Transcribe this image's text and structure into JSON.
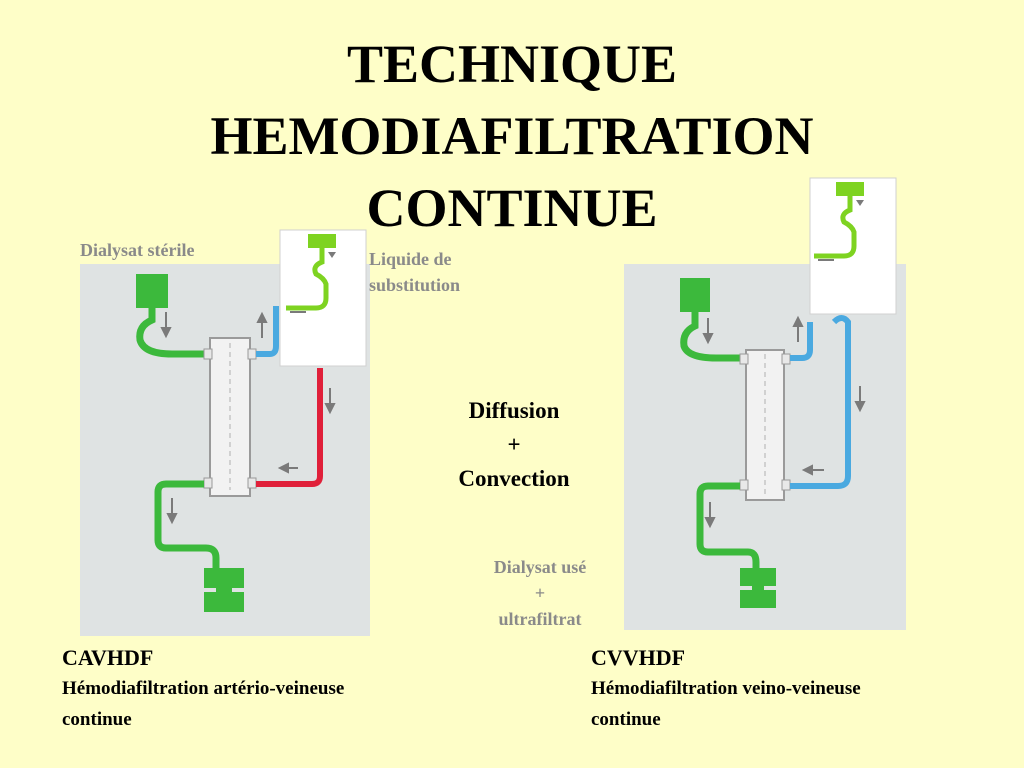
{
  "title": {
    "line1": "TECHNIQUE",
    "line2": "HEMODIAFILTRATION",
    "line3": "CONTINUE"
  },
  "labels": {
    "dialysat_sterile": "Dialysat stérile",
    "liquide_line1": "Liquide de",
    "liquide_line2": "substitution",
    "diffusion": "Diffusion",
    "plus": "+",
    "convection": "Convection",
    "dialysat_use": "Dialysat usé",
    "plus2": "+",
    "ultrafiltrat": "ultrafiltrat"
  },
  "captions": {
    "left_code": "CAVHDF",
    "left_line1": "Hémodiafiltration artério-veineuse",
    "left_line2": "continue",
    "right_code": "CVVHDF",
    "right_line1": "Hémodiafiltration veino-veineuse",
    "right_line2": "continue"
  },
  "colors": {
    "background": "#fefec8",
    "panel": "#dfe3e3",
    "dialysate_green": "#3cb93c",
    "substitution_green": "#7ed321",
    "blood_blue": "#4aa9e0",
    "arterial_red": "#e0203a",
    "arrow_gray": "#7a7a7a",
    "label_gray": "#8a8a8a"
  }
}
